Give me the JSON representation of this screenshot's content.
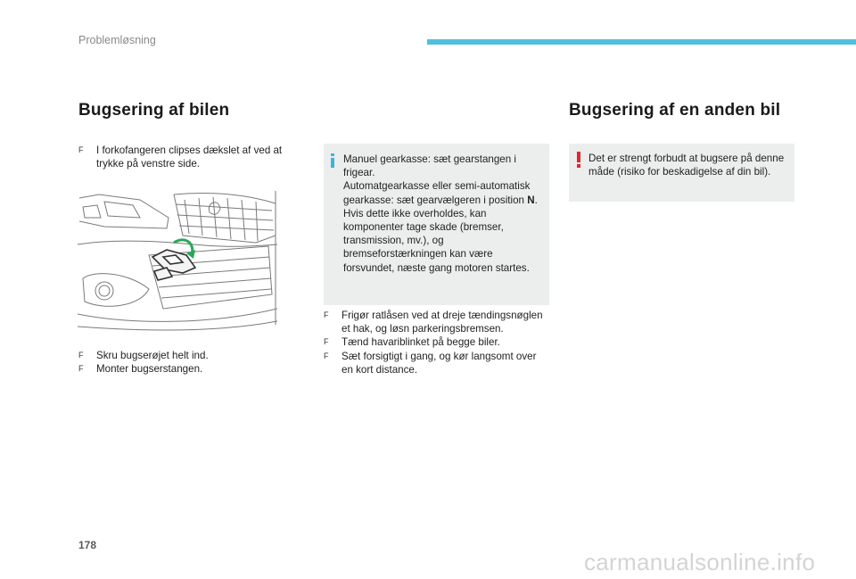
{
  "header": {
    "section": "Problemløsning"
  },
  "left": {
    "title": "Bugsering af bilen",
    "step1": "I forkofangeren clipses dækslet af ved at trykke på venstre side.",
    "step2": "Skru bugserøjet helt ind.",
    "step3": "Monter bugserstangen."
  },
  "info_box": {
    "icon": "info-icon",
    "line1": "Manuel gearkasse: sæt gearstangen i frigear.",
    "line2_pre": "Automatgearkasse eller semi-automatisk gearkasse: sæt gearvælgeren i position ",
    "line2_bold": "N",
    "line2_post": ".",
    "line3": "Hvis dette ikke overholdes, kan komponenter tage skade (bremser, transmission, mv.), og bremseforstærkningen kan være forsvundet, næste gang motoren startes."
  },
  "middle": {
    "step1": "Frigør ratlåsen ved at dreje tændingsnøglen et hak, og løsn parkeringsbremsen.",
    "step2": "Tænd havariblinket på begge biler.",
    "step3": "Sæt forsigtigt i gang, og kør langsomt over en kort distance."
  },
  "right": {
    "title": "Bugsering af en anden bil",
    "warning": "Det er strengt forbudt at bugsere på denne måde (risiko for beskadigelse af din bil).",
    "icon": "warning-icon"
  },
  "bullet_glyph": "F",
  "page_number": "178",
  "watermark": "carmanualsonline.info",
  "colors": {
    "accent": "#4fc0dd",
    "info": "#3cb4dc",
    "warning": "#e3262d",
    "box": "#eceded"
  }
}
